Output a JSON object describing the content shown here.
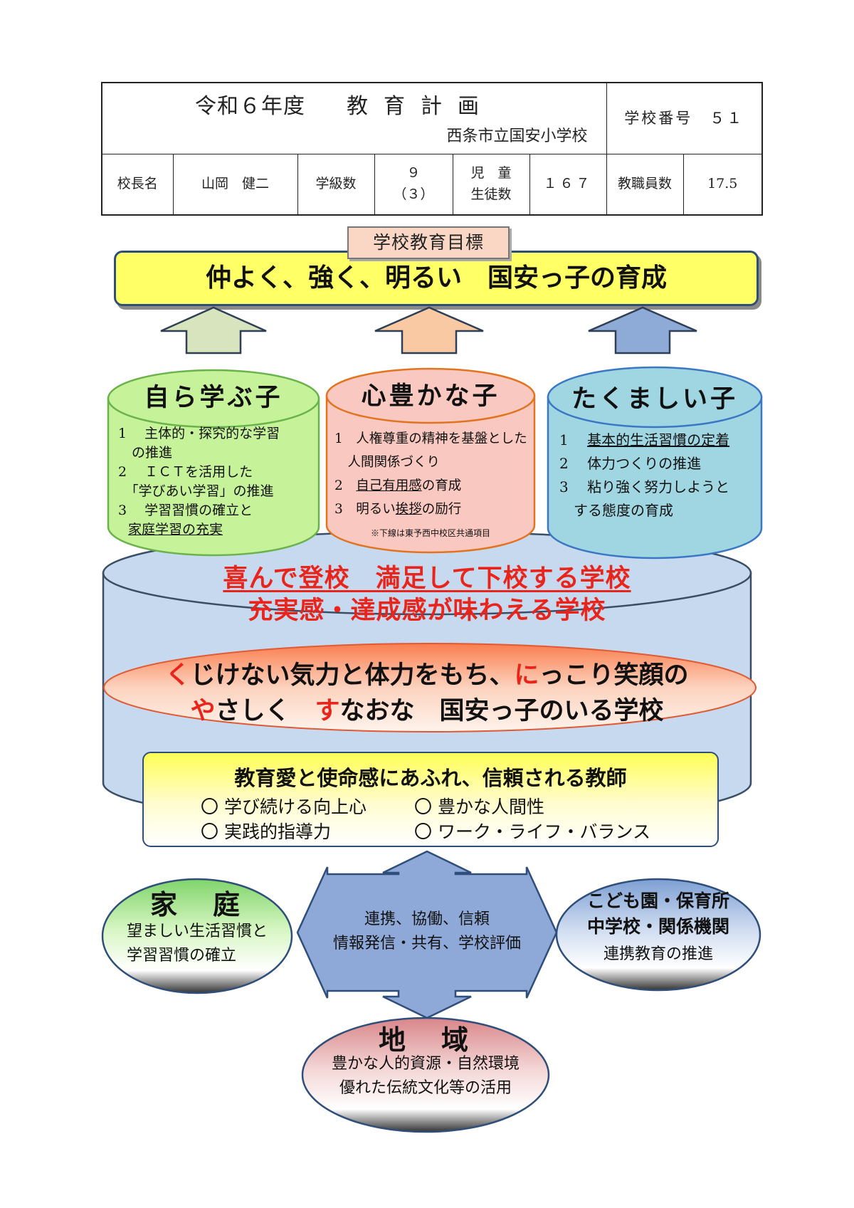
{
  "header": {
    "year": "令和６年度",
    "doc_title": "教育計画",
    "school": "西条市立国安小学校",
    "school_no_label": "学校番号",
    "school_no": "５１",
    "principal_label": "校長名",
    "principal": "山岡　健二",
    "classes_label": "学級数",
    "classes": "９",
    "classes_sub": "（３）",
    "students_label_1": "児　童",
    "students_label_2": "生徒数",
    "students": "１６７",
    "staff_label": "教職員数",
    "staff": "17.5"
  },
  "goal": {
    "label": "学校教育目標",
    "text": "仲よく、強く、明るい　国安っ子の育成"
  },
  "pillars": [
    {
      "title": "自ら学ぶ子",
      "items": [
        "1　 主体的・探究的な学習",
        "　の推進",
        "2　 ＩＣＴを活用した",
        "　「学びあい学習」の推進",
        "3　 学習習慣の確立と"
      ],
      "underlined_item": "家庭学習の充実",
      "color": "#c6f29a"
    },
    {
      "title": "心豊かな子",
      "items": [
        "1　人権尊重の精神を基盤とした",
        "　人間関係づくり"
      ],
      "item3_pre": "2　",
      "item3_u": "自己有用感",
      "item3_post": "の育成",
      "item4_pre": "3　明るい",
      "item4_u": "挨拶",
      "item4_post": "の励行",
      "note": "※下線は東予西中校区共通項目",
      "color": "#f9c8c0"
    },
    {
      "title": "たくましい子",
      "item1_pre": "1　 ",
      "item1_u": "基本的生活習慣の定着",
      "items": [
        "2　 体力つくりの推進",
        "3　 粘り強く努力しようと",
        "　する態度の育成"
      ],
      "color": "#9fd6e2"
    }
  ],
  "school_vision": {
    "line1": "喜んで登校　満足して下校する学校",
    "line2": "充実感・達成感が味わえる学校"
  },
  "children_vision": {
    "l1_r1": "く",
    "l1_a": "じけない気力と体力をもち、",
    "l1_r2": "に",
    "l1_b": "っこり笑顔の",
    "l2_r1": "や",
    "l2_a": "さしく　",
    "l2_r2": "す",
    "l2_b": "なおな　国安っ子のいる学校"
  },
  "teacher": {
    "title": "教育愛と使命感にあふれ、信頼される教師",
    "items": [
      "〇 学び続ける向上心",
      "〇 豊かな人間性",
      "〇 実践的指導力",
      "〇 ワーク・ライフ・バランス"
    ]
  },
  "partners": {
    "home_title": "家　庭",
    "home_text": [
      "望ましい生活習慣と",
      "学習習慣の確立"
    ],
    "center_text": [
      "連携、協働、信頼",
      "情報発信・共有、学校評価"
    ],
    "orgs_title": [
      "こども園・保育所",
      "中学校・関係機関"
    ],
    "orgs_text": "連携教育の推進",
    "community_title": "地　域",
    "community_text": [
      "豊かな人的資源・自然環境",
      "優れた伝統文化等の活用"
    ]
  }
}
